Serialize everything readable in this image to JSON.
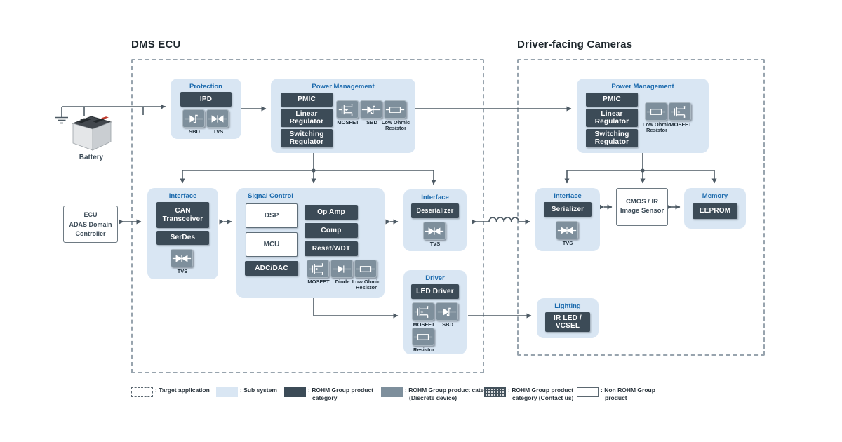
{
  "colors": {
    "panel_bg": "#d9e6f3",
    "header_blue": "#1b6aad",
    "product_dark": "#3c4b57",
    "chip_gray": "#7e8f9c",
    "connector_line": "#4d5a64",
    "dashed_border": "#98a4ae"
  },
  "titles": {
    "dms_ecu": "DMS ECU",
    "cameras": "Driver-facing Cameras"
  },
  "battery": {
    "label": "Battery"
  },
  "ecu_box": {
    "title": "ECU",
    "subtitle": "ADAS Domain Controller"
  },
  "cmos_box": {
    "line1": "CMOS / IR",
    "line2": "Image Sensor"
  },
  "panels": {
    "protection": {
      "title": "Protection",
      "products": [
        "IPD"
      ],
      "chips": [
        {
          "icon": "sbd",
          "label": "SBD"
        },
        {
          "icon": "tvs",
          "label": "TVS"
        }
      ]
    },
    "power_mgmt_left": {
      "title": "Power Management",
      "products": [
        "PMIC",
        "Linear Regulator",
        "Switching Regulator"
      ],
      "chips": [
        {
          "icon": "mosfet",
          "label": "MOSFET"
        },
        {
          "icon": "sbd",
          "label": "SBD"
        },
        {
          "icon": "resistor",
          "label": "Low Ohmic Resistor"
        }
      ]
    },
    "interface_left": {
      "title": "Interface",
      "products": [
        "CAN Transceiver",
        "SerDes"
      ],
      "chips": [
        {
          "icon": "tvs",
          "label": "TVS"
        }
      ]
    },
    "signal_control": {
      "title": "Signal Control",
      "non_rohm": [
        "DSP",
        "MCU"
      ],
      "products": [
        "ADC/DAC",
        "Op Amp",
        "Comp",
        "Reset/WDT"
      ],
      "chips": [
        {
          "icon": "mosfet",
          "label": "MOSFET"
        },
        {
          "icon": "diode",
          "label": "Diode"
        },
        {
          "icon": "resistor",
          "label": "Low Ohmic Resistor"
        }
      ]
    },
    "interface_deserializer": {
      "title": "Interface",
      "products": [
        "Deserializer"
      ],
      "chips": [
        {
          "icon": "tvs",
          "label": "TVS"
        }
      ]
    },
    "driver": {
      "title": "Driver",
      "products": [
        "LED Driver"
      ],
      "chips": [
        {
          "icon": "mosfet",
          "label": "MOSFET"
        },
        {
          "icon": "sbd",
          "label": "SBD"
        },
        {
          "icon": "resistor",
          "label": "Resistor"
        }
      ]
    },
    "power_mgmt_right": {
      "title": "Power Management",
      "products": [
        "PMIC",
        "Linear Regulator",
        "Switching Regulator"
      ],
      "chips": [
        {
          "icon": "resistor",
          "label": "Low Ohmic Resistor"
        },
        {
          "icon": "mosfet",
          "label": "MOSFET"
        }
      ]
    },
    "interface_serializer": {
      "title": "Interface",
      "products": [
        "Serializer"
      ],
      "chips": [
        {
          "icon": "tvs",
          "label": "TVS"
        }
      ]
    },
    "memory": {
      "title": "Memory",
      "products": [
        "EEPROM"
      ]
    },
    "lighting": {
      "title": "Lighting",
      "products": [
        "IR LED / VCSEL"
      ]
    }
  },
  "legend": [
    {
      "type": "target",
      "label": ": Target application"
    },
    {
      "type": "subsystem",
      "label": ": Sub system"
    },
    {
      "type": "rohm",
      "label": ": ROHM Group product category"
    },
    {
      "type": "discrete",
      "label": ": ROHM Group product category (Discrete device)"
    },
    {
      "type": "contact",
      "label": ": ROHM Group product category (Contact us)"
    },
    {
      "type": "non_rohm",
      "label": ": Non ROHM Group product"
    }
  ]
}
